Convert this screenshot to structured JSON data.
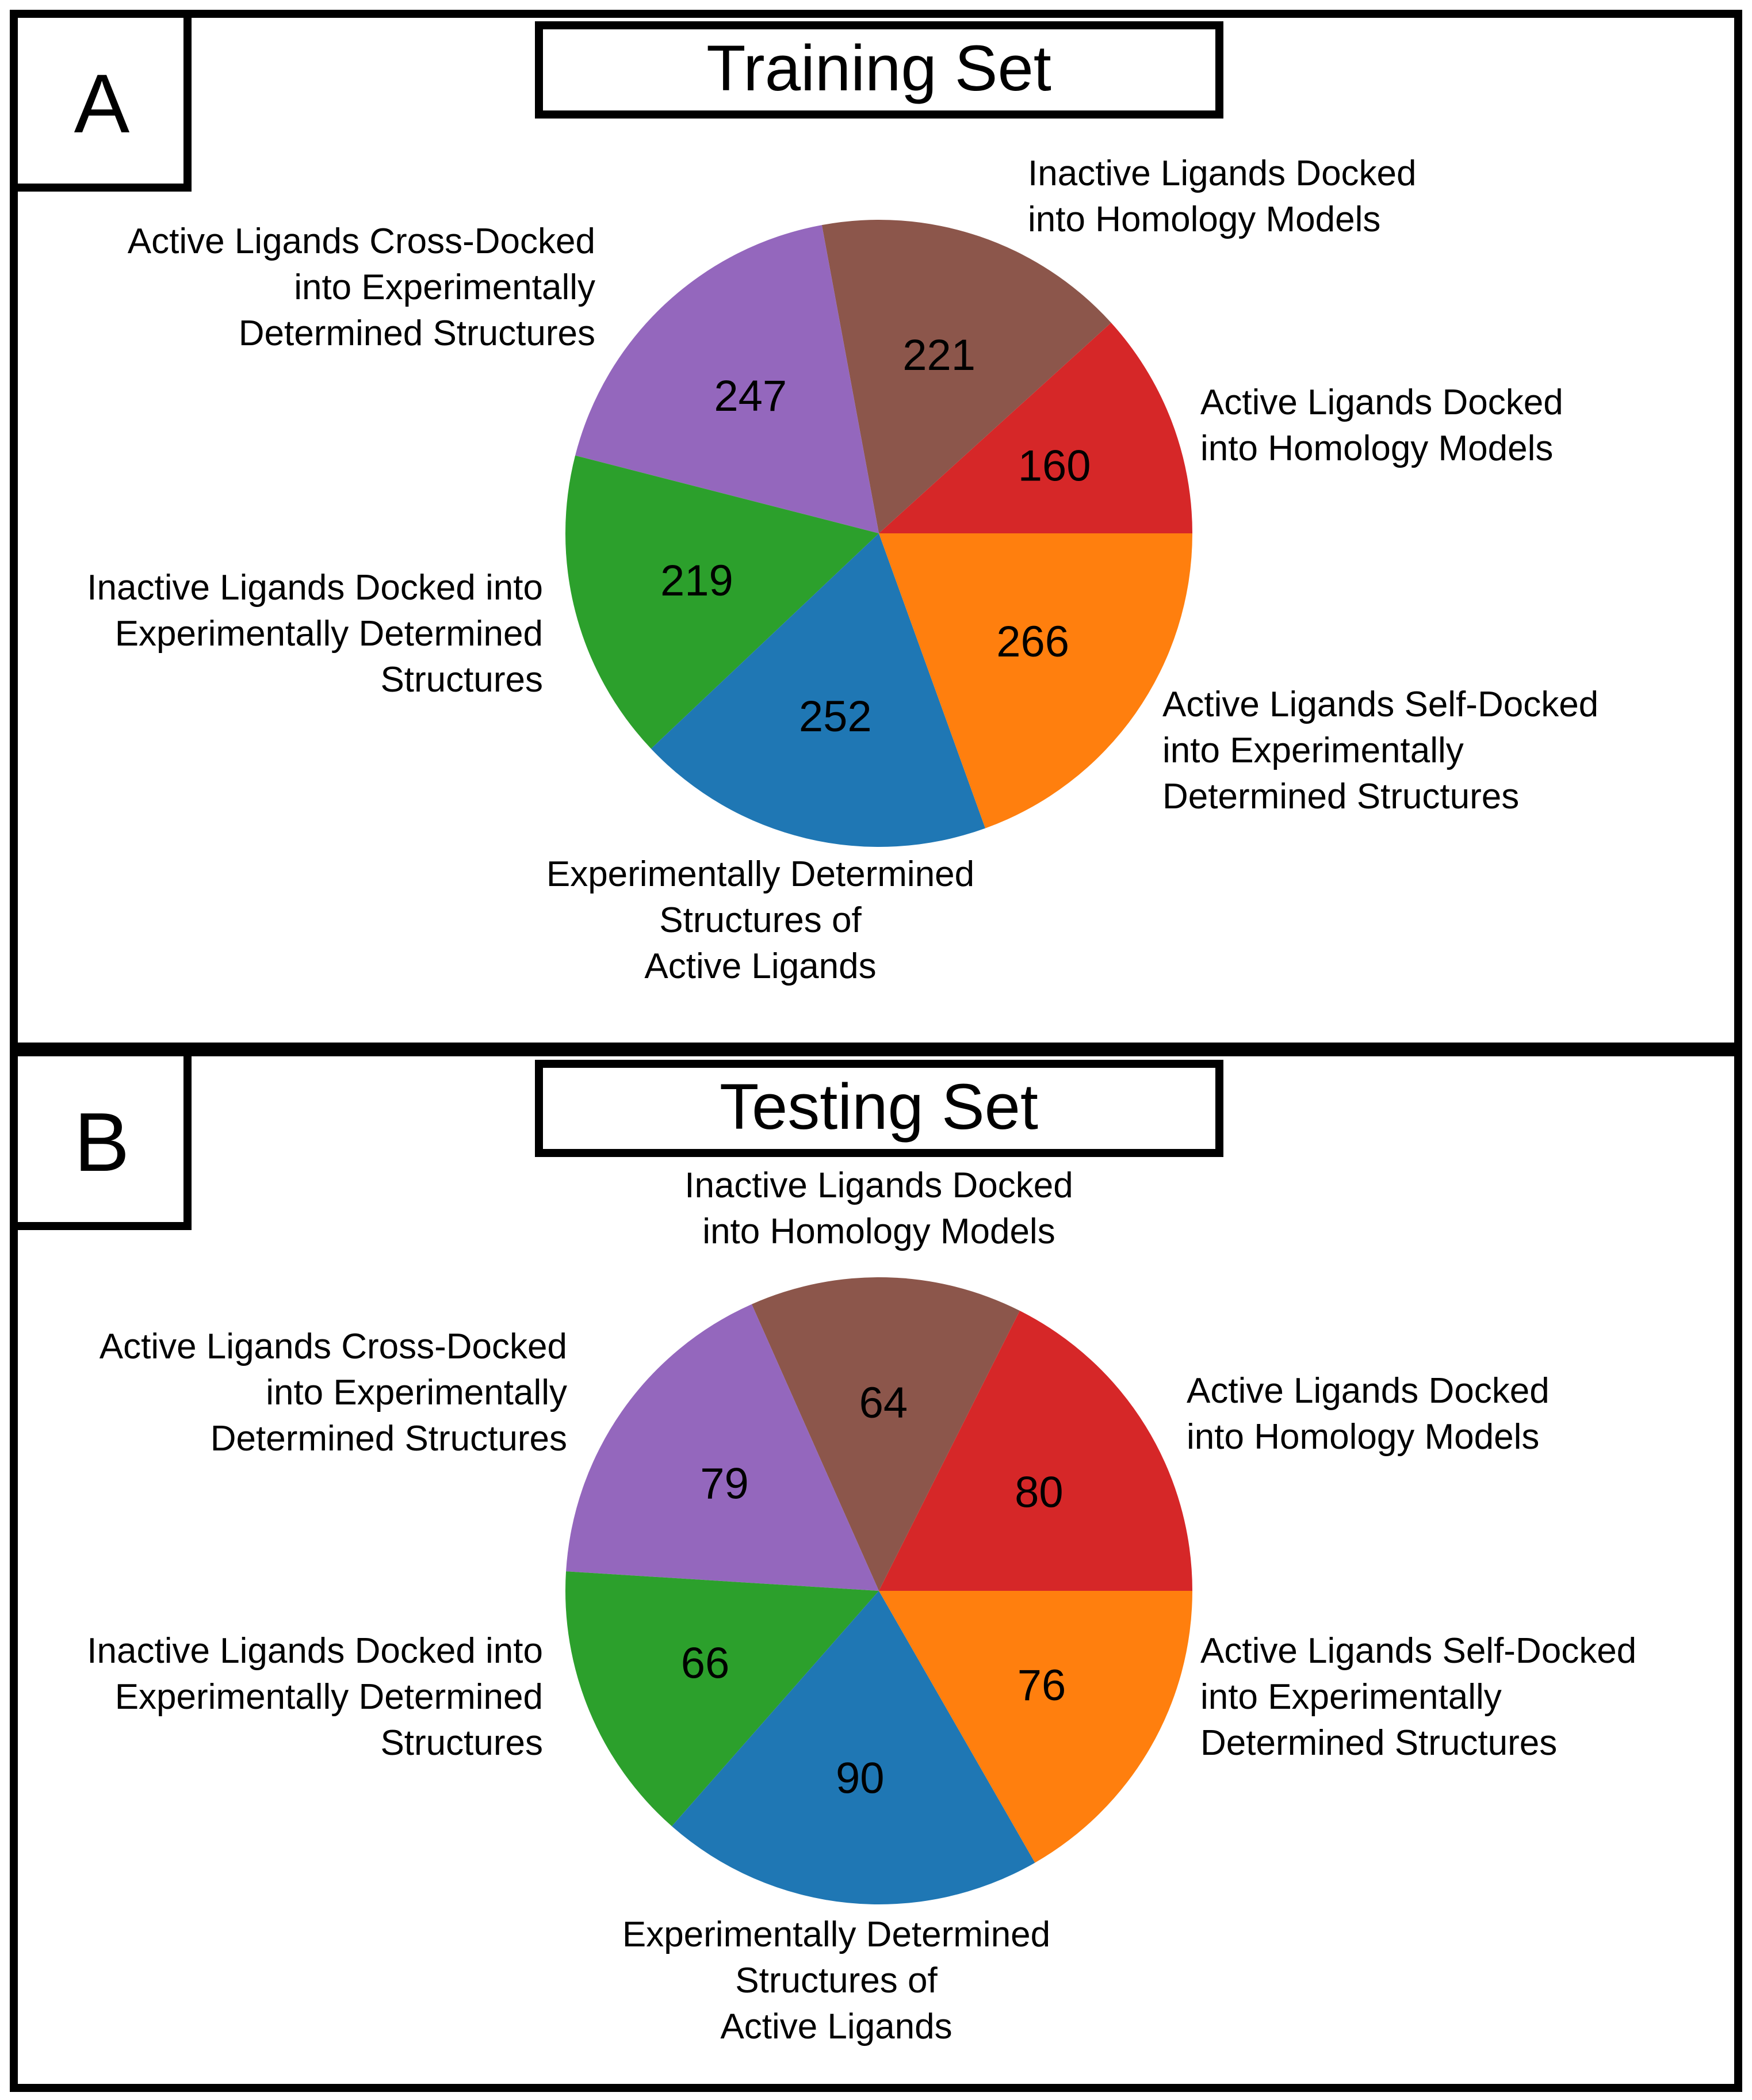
{
  "figure": {
    "panels": [
      {
        "letter": "A",
        "title": "Training Set"
      },
      {
        "letter": "B",
        "title": "Testing Set"
      }
    ]
  },
  "colors": {
    "purple": "#9467bd",
    "brown": "#8c564b",
    "red": "#d62728",
    "orange": "#ff7f0e",
    "blue": "#1f77b4",
    "green": "#2ca02c"
  },
  "chart_data": [
    {
      "type": "pie",
      "title": "Training Set",
      "panel_letter": "A",
      "slices": [
        {
          "label": [
            "Active Ligands Docked",
            "into Homology Models"
          ],
          "value": 160,
          "color": "#d62728"
        },
        {
          "label": [
            "Inactive Ligands Docked",
            "into Homology Models"
          ],
          "value": 221,
          "color": "#8c564b"
        },
        {
          "label": [
            "Active Ligands Cross-Docked",
            "into Experimentally",
            "Determined Structures"
          ],
          "value": 247,
          "color": "#9467bd"
        },
        {
          "label": [
            "Inactive Ligands Docked into",
            "Experimentally Determined",
            "Structures"
          ],
          "value": 219,
          "color": "#2ca02c"
        },
        {
          "label": [
            "Experimentally Determined",
            "Structures of",
            "Active Ligands"
          ],
          "value": 252,
          "color": "#1f77b4"
        },
        {
          "label": [
            "Active Ligands Self-Docked",
            "into Experimentally",
            "Determined Structures"
          ],
          "value": 266,
          "color": "#ff7f0e"
        }
      ]
    },
    {
      "type": "pie",
      "title": "Testing Set",
      "panel_letter": "B",
      "slices": [
        {
          "label": [
            "Active Ligands Docked",
            "into Homology Models"
          ],
          "value": 80,
          "color": "#d62728"
        },
        {
          "label": [
            "Inactive Ligands Docked",
            "into Homology Models"
          ],
          "value": 64,
          "color": "#8c564b"
        },
        {
          "label": [
            "Active Ligands Cross-Docked",
            "into Experimentally",
            "Determined Structures"
          ],
          "value": 79,
          "color": "#9467bd"
        },
        {
          "label": [
            "Inactive Ligands Docked into",
            "Experimentally Determined",
            "Structures"
          ],
          "value": 66,
          "color": "#2ca02c"
        },
        {
          "label": [
            "Experimentally Determined",
            "Structures of",
            "Active Ligands"
          ],
          "value": 90,
          "color": "#1f77b4"
        },
        {
          "label": [
            "Active Ligands Self-Docked",
            "into Experimentally",
            "Determined Structures"
          ],
          "value": 76,
          "color": "#ff7f0e"
        }
      ]
    }
  ]
}
